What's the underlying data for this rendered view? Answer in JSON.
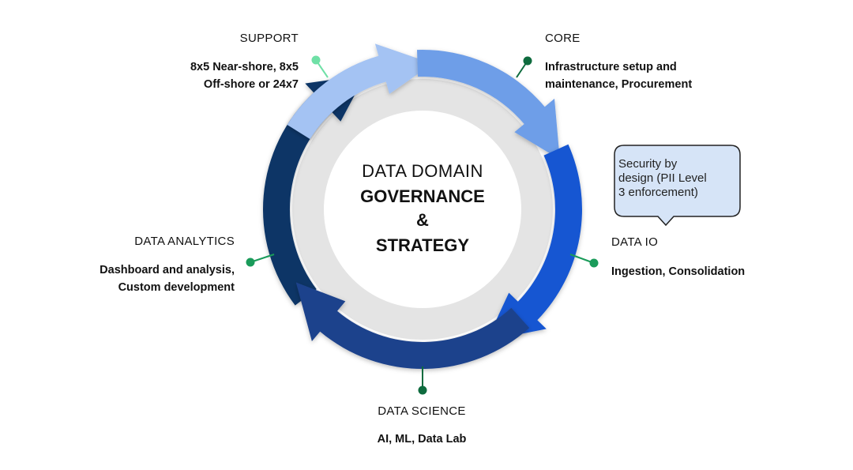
{
  "center": {
    "line1": "DATA DOMAIN",
    "line2": "GOVERNANCE",
    "line3": "&",
    "line4": "STRATEGY"
  },
  "segments": [
    {
      "id": "support",
      "title": "SUPPORT",
      "desc_lines": [
        "8x5 Near-shore, 8x5",
        "Off-shore or 24x7"
      ],
      "color": "#a4c3f3"
    },
    {
      "id": "core",
      "title": "CORE",
      "desc_lines": [
        "Infrastructure setup and",
        "maintenance, Procurement"
      ],
      "color": "#6e9ee8"
    },
    {
      "id": "data-io",
      "title": "DATA IO",
      "desc_lines": [
        "Ingestion, Consolidation"
      ],
      "color": "#1356d2"
    },
    {
      "id": "data-science",
      "title": "DATA SCIENCE",
      "desc_lines": [
        "AI, ML, Data Lab"
      ],
      "color": "#1f438c"
    },
    {
      "id": "data-analytics",
      "title": "DATA ANALYTICS",
      "desc_lines": [
        "Dashboard and analysis,",
        "Custom development"
      ],
      "color": "#0b3566"
    }
  ],
  "callout": {
    "lines": [
      "Security by",
      "design (PII Level",
      "3 enforcement)"
    ],
    "fill": "#d6e4f7"
  },
  "colors": {
    "inner_ring": "#e4e4e4",
    "connector_light": "#6fe0a6",
    "connector_dark": "#0e6b3e",
    "connector_mid": "#1a9b5a"
  }
}
